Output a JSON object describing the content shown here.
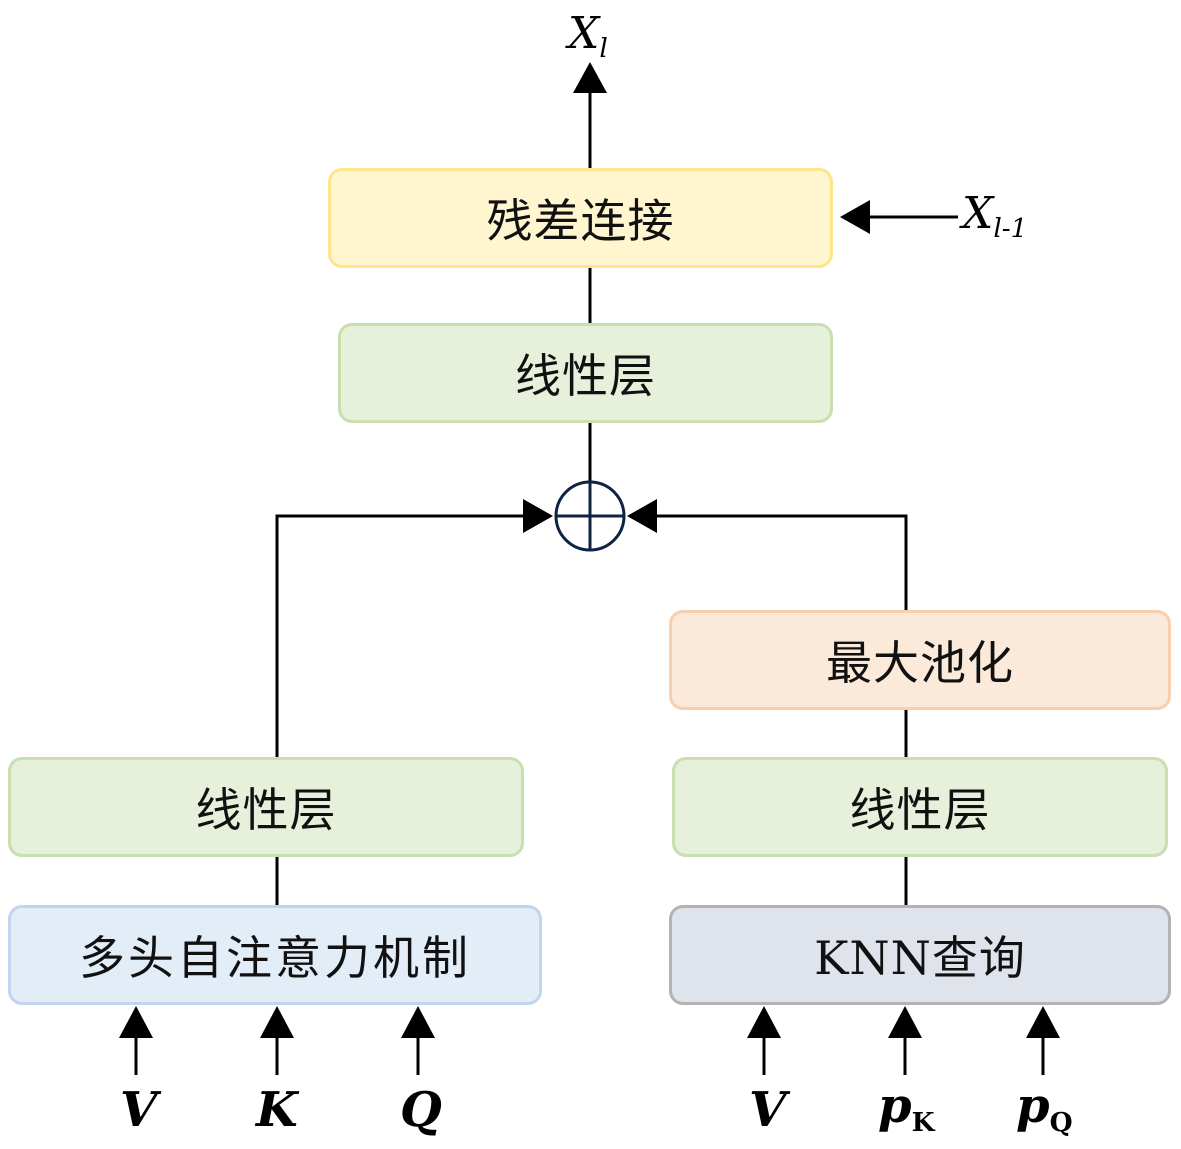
{
  "diagram": {
    "output_label": {
      "base": "X",
      "sub": "l"
    },
    "residual_input_label": {
      "base": "X",
      "sub": "l-1"
    },
    "blocks": {
      "residual": "残差连接",
      "linear_top": "线性层",
      "linear_left": "线性层",
      "mhsa": "多头自注意力机制",
      "maxpool": "最大池化",
      "linear_right": "线性层",
      "knn": "KNN查询"
    },
    "sum_node": "circled-plus",
    "left_inputs": [
      {
        "base": "V",
        "sub": ""
      },
      {
        "base": "K",
        "sub": ""
      },
      {
        "base": "Q",
        "sub": ""
      }
    ],
    "right_inputs": [
      {
        "base": "V",
        "sub": ""
      },
      {
        "base": "p",
        "sub": "K"
      },
      {
        "base": "p",
        "sub": "Q"
      }
    ],
    "colors": {
      "residual_fill": "#fff6d0",
      "linear_fill": "#e6f0da",
      "mhsa_fill": "#e3edf8",
      "maxpool_fill": "#fbe9da",
      "knn_fill": "#dfe3ec",
      "sum_node_stroke": "#0f2444",
      "arrow": "#000000"
    }
  }
}
